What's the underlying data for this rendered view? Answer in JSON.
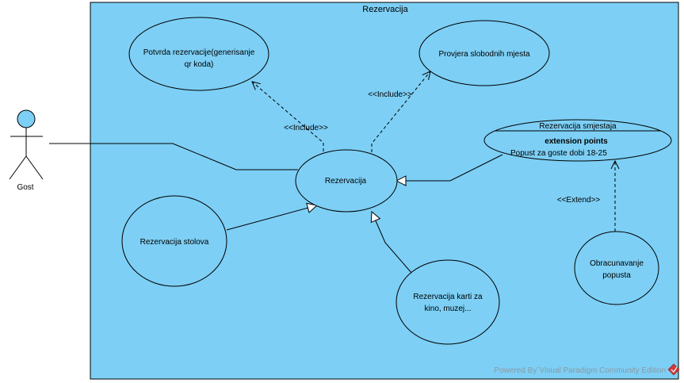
{
  "system": {
    "title": "Rezervacija",
    "fill": "#7DCFF5"
  },
  "actor": {
    "name": "Gost",
    "head_fill": "#7DCFF5"
  },
  "use_cases": {
    "potvrda_line1": "Potvrda rezervacije(generisanje",
    "potvrda_line2": "qr koda)",
    "provjera": "Provjera slobodnih mjesta",
    "rezervacija": "Rezervacija",
    "stolova": "Rezervacija stolova",
    "karti_line1": "Rezervacija karti za",
    "karti_line2": "kino, muzej...",
    "smjestaj_title": "Rezervacija smjestaja",
    "smjestaj_ext_header": "extension points",
    "smjestaj_ext_point": "Popust za goste dobi 18-25",
    "obracun_line1": "Obracunavanje",
    "obracun_line2": "popusta"
  },
  "relations": {
    "include_1": "<<Include>>",
    "include_2": "<<Include>>",
    "extend": "<<Extend>>"
  },
  "watermark": "Powered By¨Visual Paradigm Community Edition"
}
